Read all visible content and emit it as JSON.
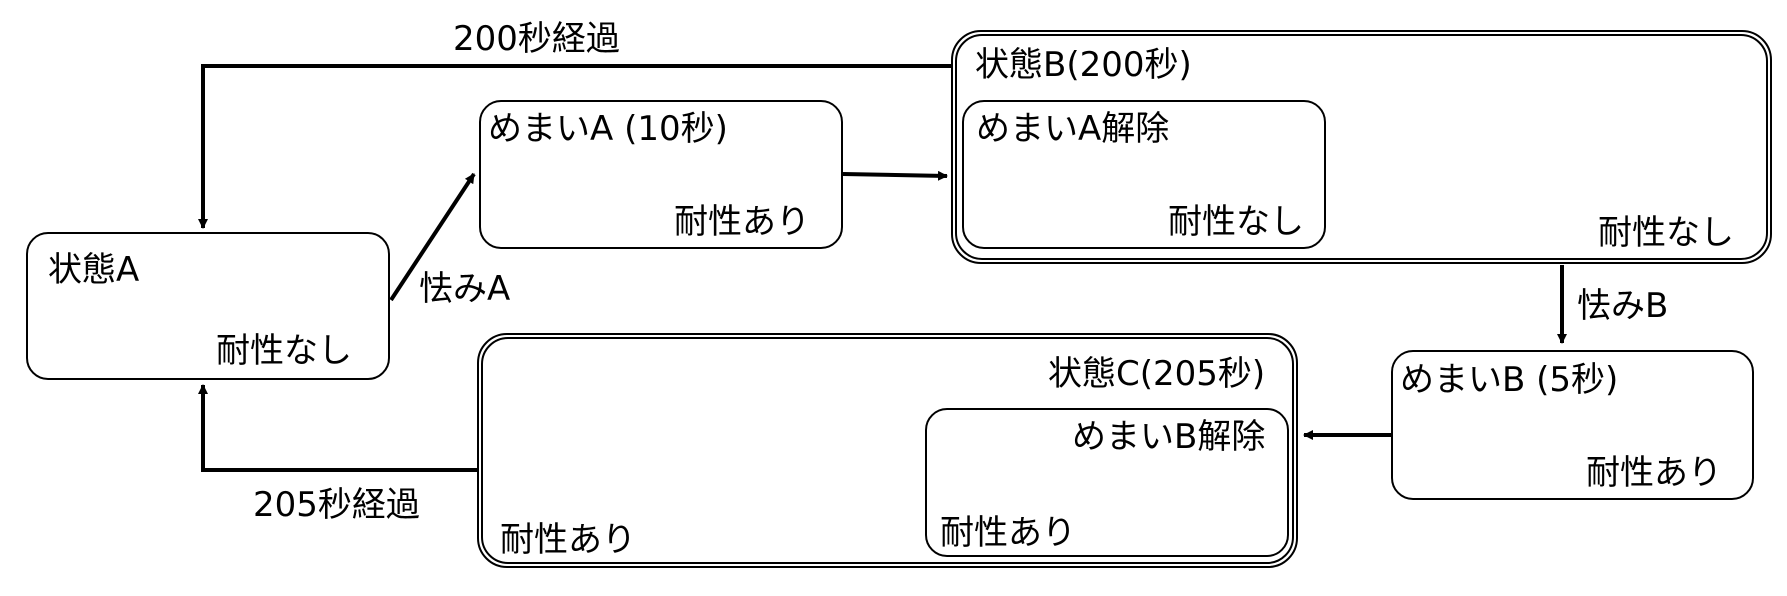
{
  "diagram": {
    "states": {
      "a": {
        "title": "状態A",
        "tolerance": "耐性なし"
      },
      "dizzy_a": {
        "title": "めまいA (10秒)",
        "tolerance": "耐性あり"
      },
      "b": {
        "title": "状態B(200秒)",
        "tolerance": "耐性なし"
      },
      "dizzy_a_release": {
        "title": "めまいA解除",
        "tolerance": "耐性なし"
      },
      "dizzy_b": {
        "title": "めまいB (5秒)",
        "tolerance": "耐性あり"
      },
      "c": {
        "title": "状態C(205秒)",
        "tolerance": "耐性あり"
      },
      "dizzy_b_release": {
        "title": "めまいB解除",
        "tolerance": "耐性あり"
      }
    },
    "transitions": {
      "flinch_a": "怯みA",
      "flinch_b": "怯みB",
      "elapsed_200": "200秒経過",
      "elapsed_205": "205秒経過"
    }
  }
}
